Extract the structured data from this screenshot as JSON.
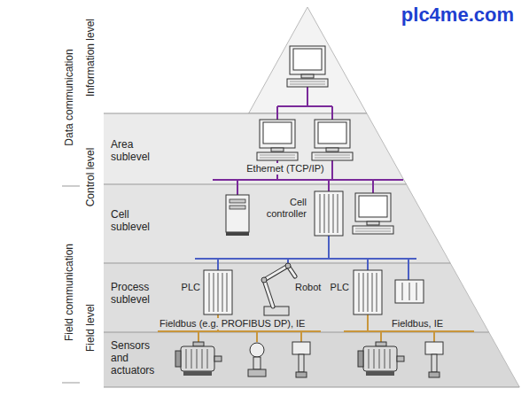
{
  "diagram": {
    "labels": [
      "plc4me.com",
      "Data communication",
      "Information level",
      "Area sublevel",
      "Control level",
      "Cell sublevel",
      "Field communication",
      "Process sublevel",
      "Field level",
      "Sensors and actuators",
      "Ethernet (TCP/IP)",
      "Cell controller",
      "PLC",
      "Robot",
      "PLC",
      "Fieldbus (e.g. PROFIBUS DP), IE",
      "Fieldbus, IE"
    ]
  }
}
